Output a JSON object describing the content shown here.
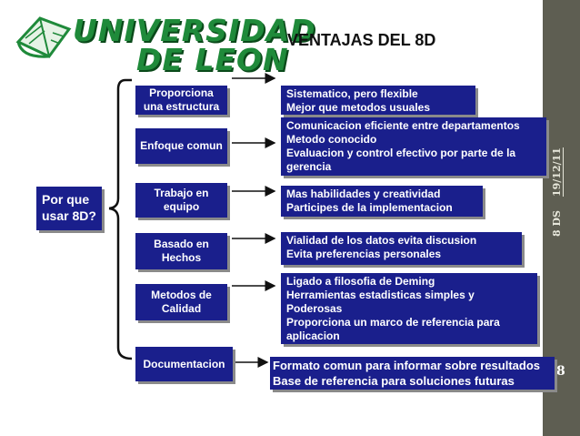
{
  "logo": {
    "line1": "UNIVERSIDAD",
    "line2": "DE LEON"
  },
  "title": "VENTAJAS DEL 8D",
  "sidebar": {
    "label": "8 DS",
    "date": "19/12/11"
  },
  "page_number": "38",
  "question": "Por que usar 8D?",
  "rows": [
    {
      "category": "Proporciona una estructura",
      "description": [
        "Sistematico, pero flexible",
        "Mejor que metodos usuales"
      ]
    },
    {
      "category": "Enfoque comun",
      "description": [
        "Comunicacion eficiente entre departamentos",
        "Metodo conocido",
        "Evaluacion y control efectivo por parte de la gerencia"
      ]
    },
    {
      "category": "Trabajo en equipo",
      "description": [
        "Mas habilidades y creatividad",
        "Participes de la implementacion"
      ]
    },
    {
      "category": "Basado en Hechos",
      "description": [
        "Vialidad de los datos evita discusion",
        "Evita preferencias personales"
      ]
    },
    {
      "category": "Metodos de Calidad",
      "description": [
        "Ligado a filosofia de Deming",
        "Herramientas estadisticas simples y Poderosas",
        "Proporciona un marco de referencia para aplicacion"
      ]
    },
    {
      "category": "Documentacion",
      "description": [
        "Formato comun para informar sobre resultados",
        "Base de referencia para soluciones futuras"
      ]
    }
  ]
}
